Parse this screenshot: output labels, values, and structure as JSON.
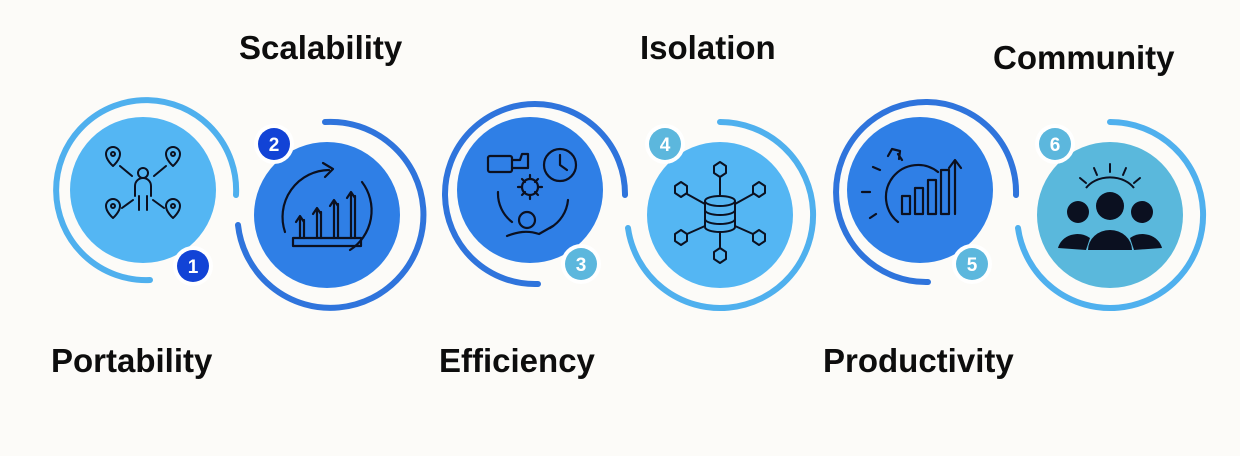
{
  "steps": [
    {
      "number": "1",
      "label": "Portability",
      "icon": "people-network-icon",
      "circle_color": "#54b6f3",
      "badge_color": "#1243d6"
    },
    {
      "number": "2",
      "label": "Scalability",
      "icon": "growth-chart-icon",
      "circle_color": "#2f7fe6",
      "badge_color": "#1243d6"
    },
    {
      "number": "3",
      "label": "Efficiency",
      "icon": "efficiency-cycle-icon",
      "circle_color": "#2f7fe6",
      "badge_color": "#5cb7dd"
    },
    {
      "number": "4",
      "label": "Isolation",
      "icon": "database-network-icon",
      "circle_color": "#54b6f3",
      "badge_color": "#5cb7dd"
    },
    {
      "number": "5",
      "label": "Productivity",
      "icon": "productivity-gear-icon",
      "circle_color": "#2f7fe6",
      "badge_color": "#5cb7dd"
    },
    {
      "number": "6",
      "label": "Community",
      "icon": "community-group-icon",
      "circle_color": "#5ab8dc",
      "badge_color": "#5cb7dd"
    }
  ],
  "colors": {
    "ring_light": "#4fb0ee",
    "ring_dark": "#2f74dc",
    "background": "#fcfbf8",
    "icon_ink": "#0b1020"
  }
}
